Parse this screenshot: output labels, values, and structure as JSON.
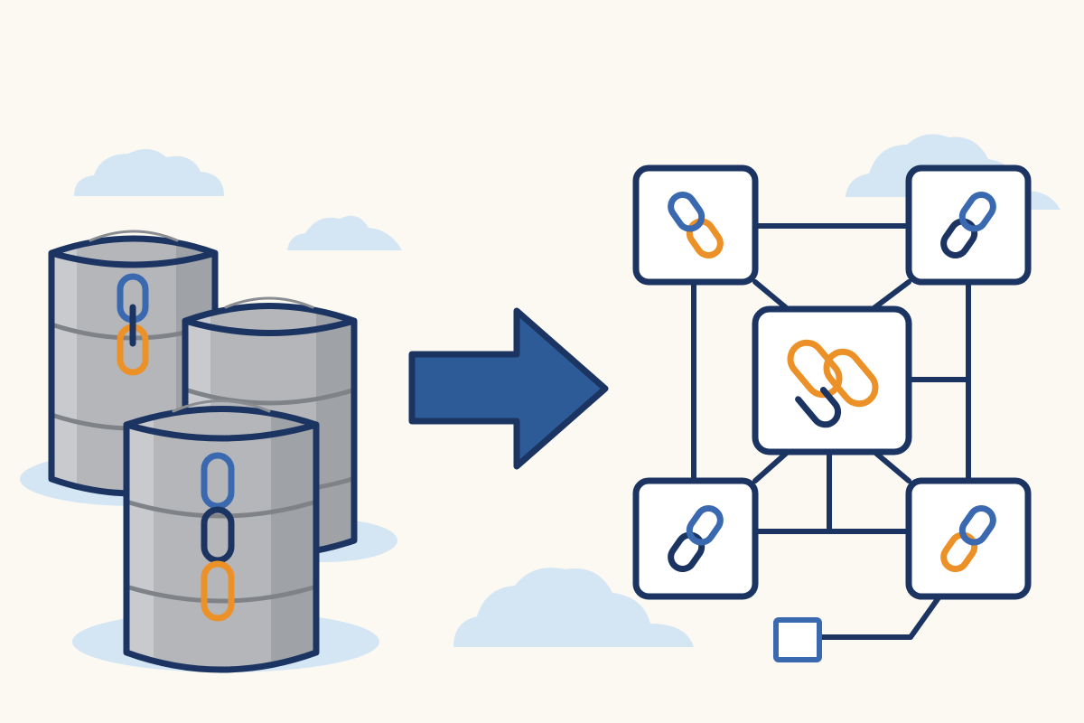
{
  "colors": {
    "background": "#fcf9f2",
    "outline": "#1b3461",
    "arrow_fill": "#2d5b97",
    "link_blue": "#3a69b0",
    "link_navy": "#1b3461",
    "link_orange": "#ec9128",
    "cloud": "#d4e6f4",
    "barrel_body": "#b4b6ba",
    "barrel_shade": "#9fa2a7",
    "barrel_highlight": "#c8cacd",
    "barrel_band": "#7f8287",
    "node_fill": "#ffffff",
    "terminal_square": "#3a69b0"
  },
  "icons": {
    "left_group": "database-barrels-icon",
    "barrel_emblem": "chain-link-icon",
    "transition": "right-arrow-icon",
    "right_group": "linked-node-network-icon",
    "hub_emblem": "interlocked-chain-icon",
    "terminal": "square-terminal-icon"
  },
  "diagram": {
    "left_barrel_count": 3,
    "network_corner_node_count": 4,
    "network_hub_count": 1,
    "network_terminal_count": 1
  }
}
